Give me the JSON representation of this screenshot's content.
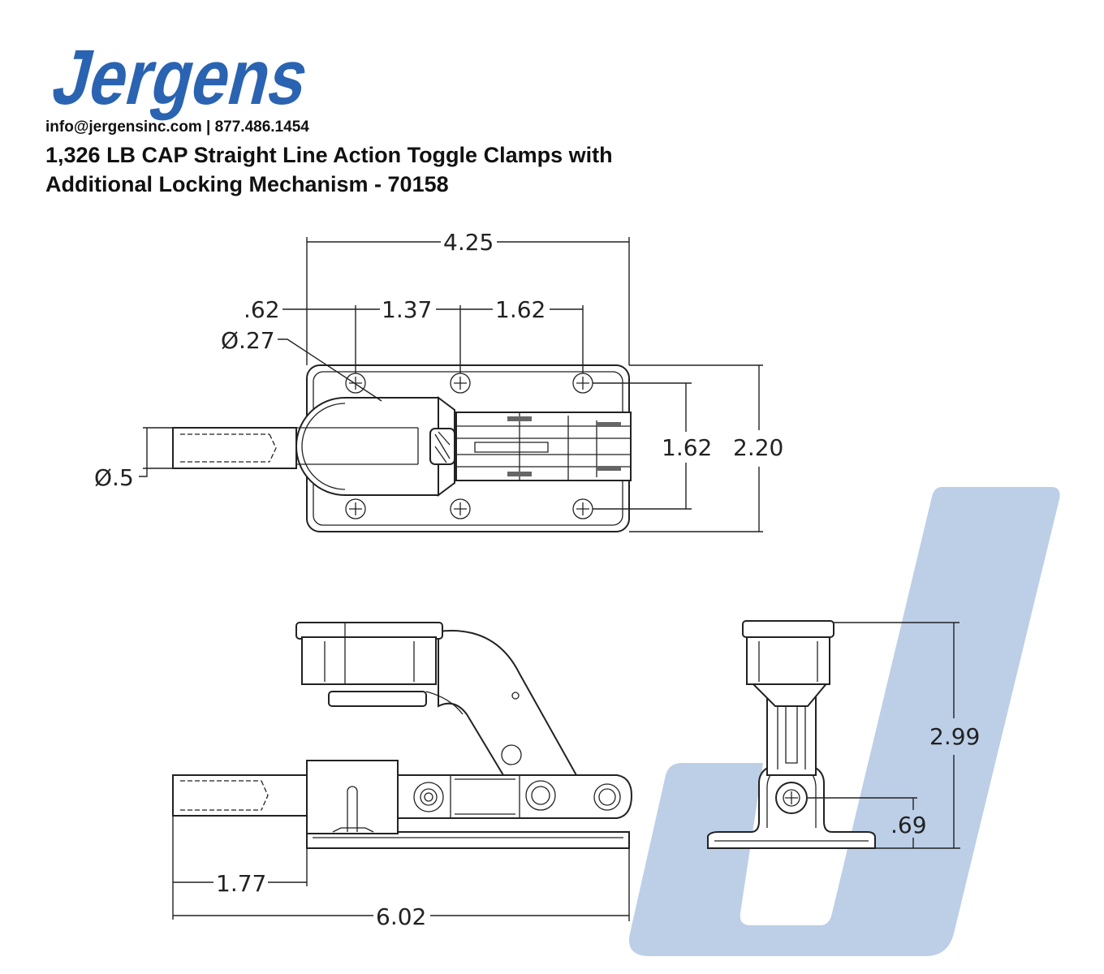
{
  "brand": {
    "logo_text": "Jergens",
    "logo_color": "#2a63b1",
    "watermark_color": "#bccfe7"
  },
  "header": {
    "contact": "info@jergensinc.com | 877.486.1454",
    "title_line1": "1,326 LB CAP Straight Line Action Toggle Clamps with",
    "title_line2": "Additional Locking Mechanism - 70158"
  },
  "dimensions": {
    "top_view": {
      "overall_length": "4.25",
      "hole_offset": ".62",
      "hole_spacing_1": "1.37",
      "hole_spacing_2": "1.62",
      "hole_diameter": "Ø.27",
      "plunger_diameter": "Ø.5",
      "hole_row_spacing": "1.62",
      "base_width": "2.20"
    },
    "side_view": {
      "plunger_extension": "1.77",
      "overall_length": "6.02"
    },
    "end_view": {
      "overall_height": "2.99",
      "pivot_height": ".69"
    }
  }
}
